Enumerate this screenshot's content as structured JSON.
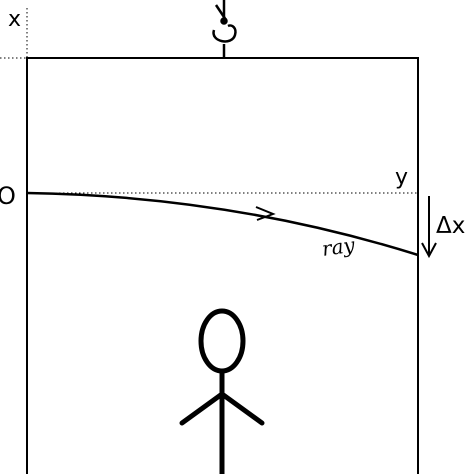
{
  "labels": {
    "x_axis": "x",
    "y_axis": "y",
    "origin": "O",
    "ray": "ray",
    "delta_x": "Δx"
  },
  "colors": {
    "ink": "#000000",
    "background": "#ffffff",
    "dotted_guides": "#000000"
  }
}
